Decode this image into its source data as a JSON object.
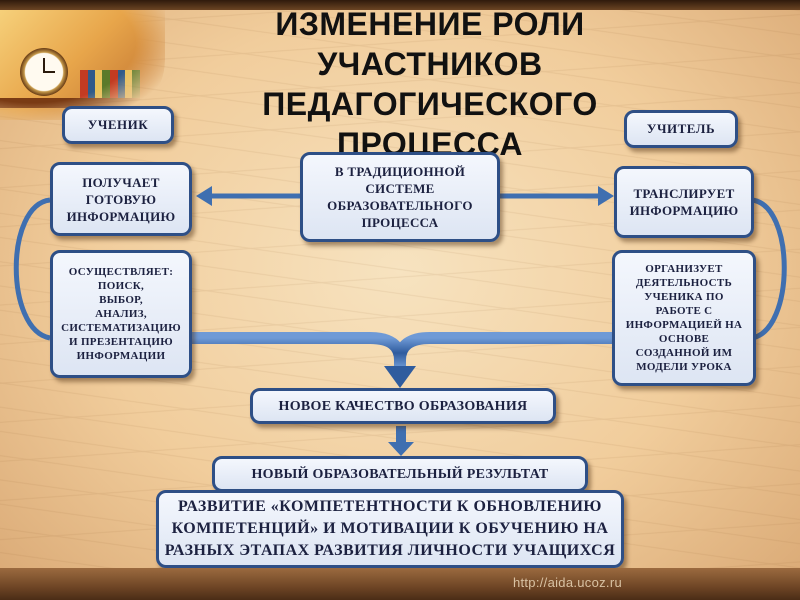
{
  "title": "ИЗМЕНЕНИЕ РОЛИ УЧАСТНИКОВ ПЕДАГОГИЧЕСКОГО ПРОЦЕССА",
  "center": {
    "text": "В ТРАДИЦИОННОЙ\nСИСТЕМЕ\nОБРАЗОВАТЕЛЬНОГО\nПРОЦЕССА"
  },
  "student": {
    "label": "УЧЕНИК",
    "traditional": "ПОЛУЧАЕТ\nГОТОВУЮ\nИНФОРМАЦИЮ",
    "new_role": "ОСУЩЕСТВЛЯЕТ:\nПОИСК,\nВЫБОР,\nАНАЛИЗ,\nСИСТЕМАТИЗАЦИЮ\nИ ПРЕЗЕНТАЦИЮ\nИНФОРМАЦИИ"
  },
  "teacher": {
    "label": "УЧИТЕЛЬ",
    "traditional": "ТРАНСЛИРУЕТ\nИНФОРМАЦИЮ",
    "new_role": "ОРГАНИЗУЕТ\nДЕЯТЕЛЬНОСТЬ\nУЧЕНИКА ПО\nРАБОТЕ С\nИНФОРМАЦИЕЙ НА\nОСНОВЕ\nСОЗДАННОЙ ИМ\nМОДЕЛИ УРОКА"
  },
  "outcomes": {
    "quality": "НОВОЕ КАЧЕСТВО ОБРАЗОВАНИЯ",
    "result": "НОВЫЙ ОБРАЗОВАТЕЛЬНЫЙ РЕЗУЛЬТАТ",
    "development": "РАЗВИТИЕ «КОМПЕТЕНТНОСТИ К ОБНОВЛЕНИЮ\nКОМПЕТЕНЦИЙ» И МОТИВАЦИИ К ОБУЧЕНИЮ НА\nРАЗНЫХ ЭТАПАХ РАЗВИТИЯ ЛИЧНОСТИ УЧАЩИХСЯ"
  },
  "watermark": "http://aida.ucoz.ru",
  "colors": {
    "box_border": "#2e4f86",
    "box_fill": "#e8eef8",
    "arrow": "#3f6fb0",
    "background": "#f1cd9c"
  }
}
